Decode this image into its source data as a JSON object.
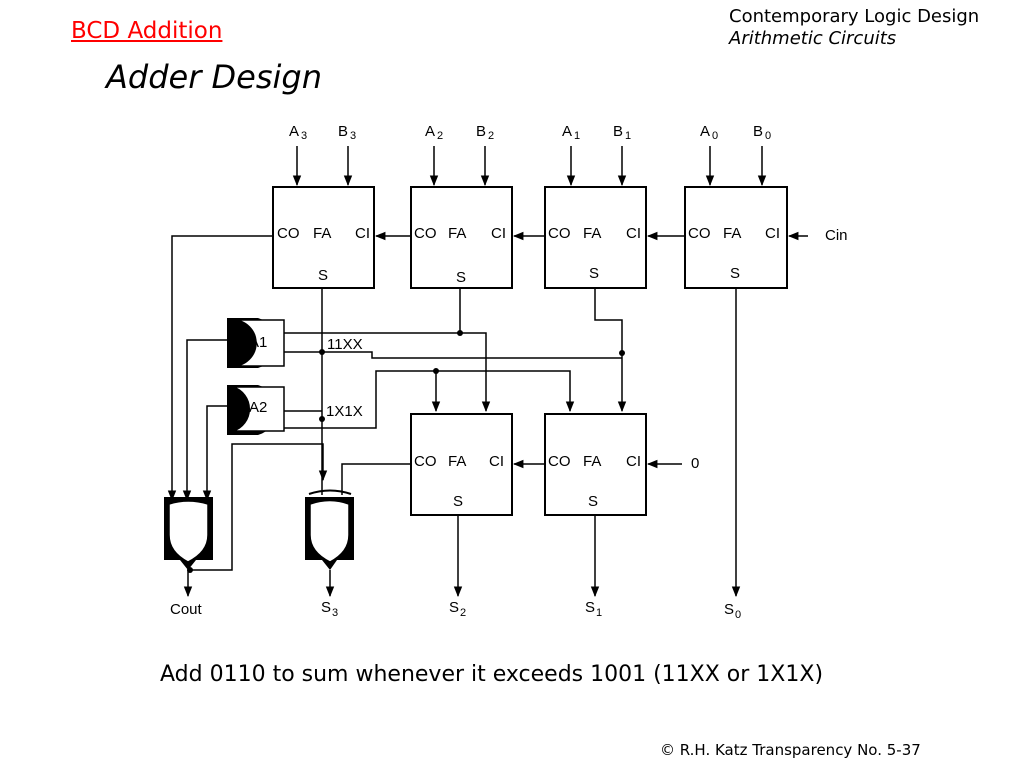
{
  "header": {
    "topic_link": "BCD Addition",
    "title": "Adder Design",
    "course": "Contemporary Logic Design",
    "chapter": "Arithmetic Circuits"
  },
  "diagram": {
    "inputs": [
      {
        "a": "A",
        "b": "B",
        "sub": "3"
      },
      {
        "a": "A",
        "b": "B",
        "sub": "2"
      },
      {
        "a": "A",
        "b": "B",
        "sub": "1"
      },
      {
        "a": "A",
        "b": "B",
        "sub": "0"
      }
    ],
    "fa_block": {
      "co": "CO",
      "fa": "FA",
      "ci": "CI",
      "s": "S"
    },
    "cin_label": "Cin",
    "zero_label": "0",
    "gate_a1": "A1",
    "gate_a2": "A2",
    "pattern_1": "11XX",
    "pattern_2": "1X1X",
    "cout_label": "Cout",
    "sum_outputs": [
      {
        "name": "S",
        "sub": "3"
      },
      {
        "name": "S",
        "sub": "2"
      },
      {
        "name": "S",
        "sub": "1"
      },
      {
        "name": "S",
        "sub": "0"
      }
    ]
  },
  "caption": "Add 0110 to sum whenever it exceeds 1001 (11XX or 1X1X)",
  "footer": "© R.H. Katz   Transparency No. 5-37"
}
